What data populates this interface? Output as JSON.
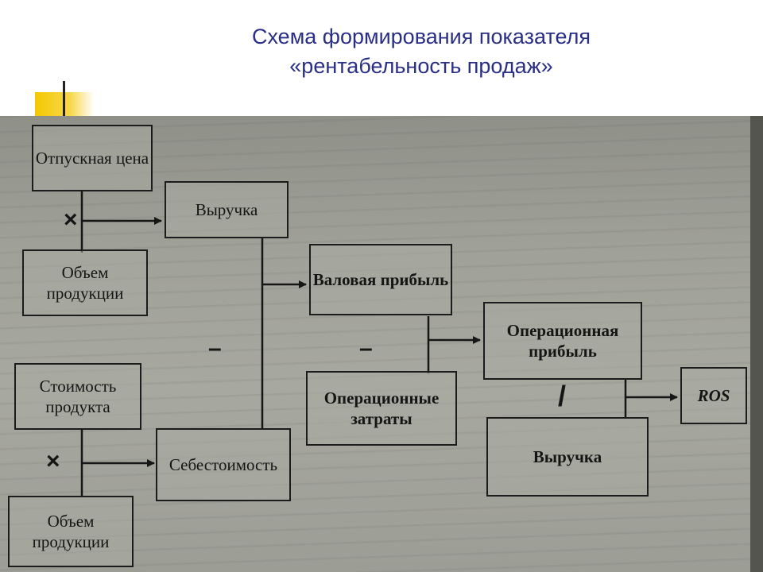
{
  "title": {
    "line1": "Схема формирования показателя",
    "line2": "«рентабельность продаж»"
  },
  "colors": {
    "title": "#2a2f86",
    "accent": "#f3c800",
    "box_border": "#1c1c1c"
  },
  "boxes": {
    "sale_price": "Отпускная цена",
    "volume_1": "Объем продукции",
    "revenue_1": "Выручка",
    "product_cost": "Стоимость продукта",
    "volume_2": "Объем продукции",
    "cost_price": "Себестоимость",
    "gross_profit": "Валовая прибыль",
    "operating_costs": "Операционные затраты",
    "operating_profit": "Операционная прибыль",
    "revenue_2": "Выручка",
    "ros": "ROS"
  },
  "operators": {
    "multiply_1": "×",
    "multiply_2": "×",
    "minus_1": "–",
    "minus_2": "–",
    "divide": "/"
  }
}
